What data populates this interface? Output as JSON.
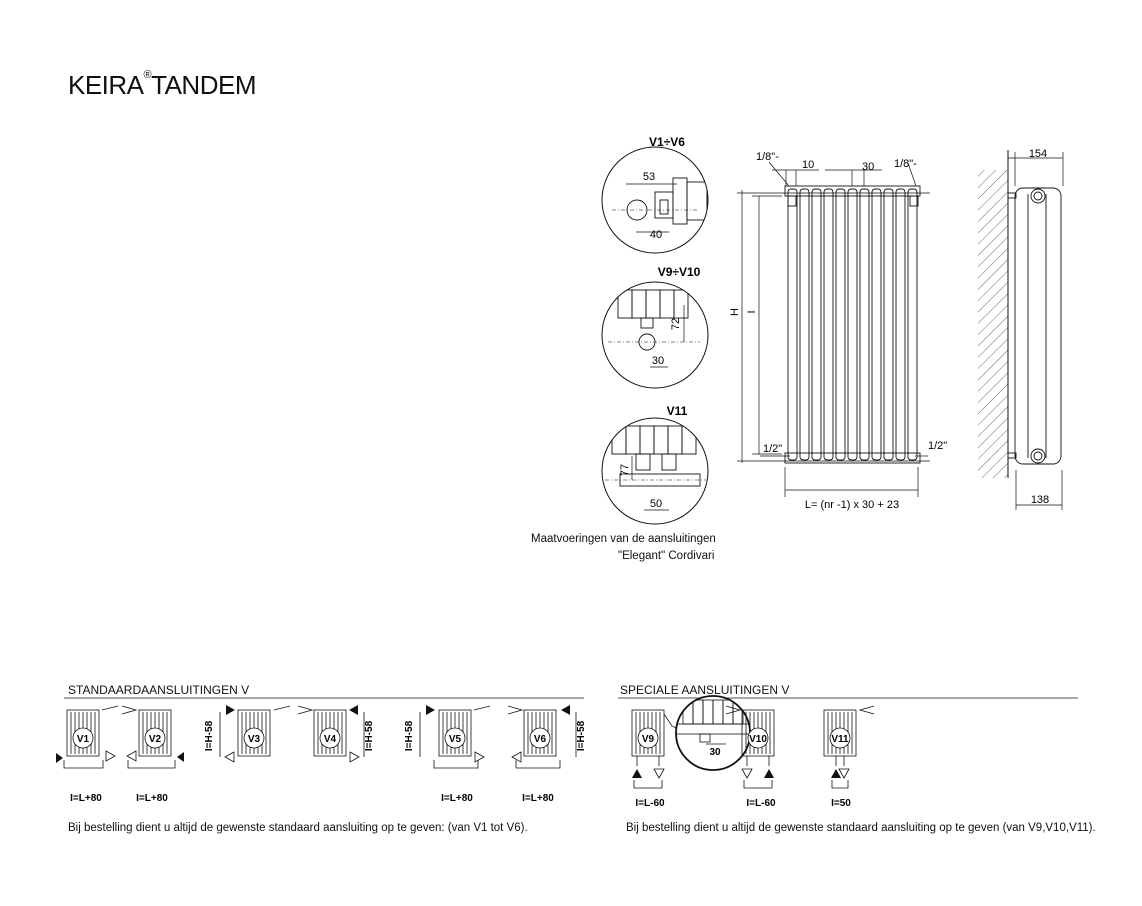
{
  "product": {
    "name_part1": "KEIRA",
    "reg": "®",
    "name_part2": "TANDEM"
  },
  "details": {
    "v1v6": {
      "title": "V1÷V6",
      "dim_top": "53",
      "dim_bottom": "40"
    },
    "v9v10": {
      "title": "V9÷V10",
      "dim_vertical": "72",
      "dim_bottom": "30"
    },
    "v11": {
      "title": "V11",
      "dim_vertical": "77",
      "dim_bottom": "50"
    },
    "caption_line1": "Maatvoeringen van de aansluitingen",
    "caption_line2": "\"Elegant\" Cordivari"
  },
  "front_view": {
    "thread_top_left": "1/8\"-",
    "thread_top_right": "1/8\"-",
    "dim_10": "10",
    "dim_30": "30",
    "height_H": "H",
    "height_I": "I",
    "thread_bottom_left": "1/2\"",
    "thread_bottom_right": "1/2\"",
    "length_formula": "L= (nr -1) x 30 + 23"
  },
  "side_view": {
    "depth_top": "154",
    "depth_bottom": "138"
  },
  "standard": {
    "heading": "STANDAARDAANSLUITINGEN  V",
    "labels": [
      "V1",
      "V2",
      "V3",
      "V4",
      "V5",
      "V6"
    ],
    "side_dim": "I=H-58",
    "formula_v1": "I=L+80",
    "formula_v2": "I=L+80",
    "formula_v5": "I=L+80",
    "formula_v6": "I=L+80",
    "note": "Bij bestelling dient u altijd de gewenste standaard aansluiting op te geven: (van V1 tot V6)."
  },
  "special": {
    "heading": "SPECIALE AANSLUITINGEN V",
    "labels": [
      "V9",
      "V10",
      "V11"
    ],
    "zoom_dim": "30",
    "formula_v9": "I=L-60",
    "formula_v10": "I=L-60",
    "formula_v11": "I=50",
    "note": "Bij bestelling dient u altijd de gewenste standaard aansluiting op te geven (van V9,V10,V11)."
  }
}
